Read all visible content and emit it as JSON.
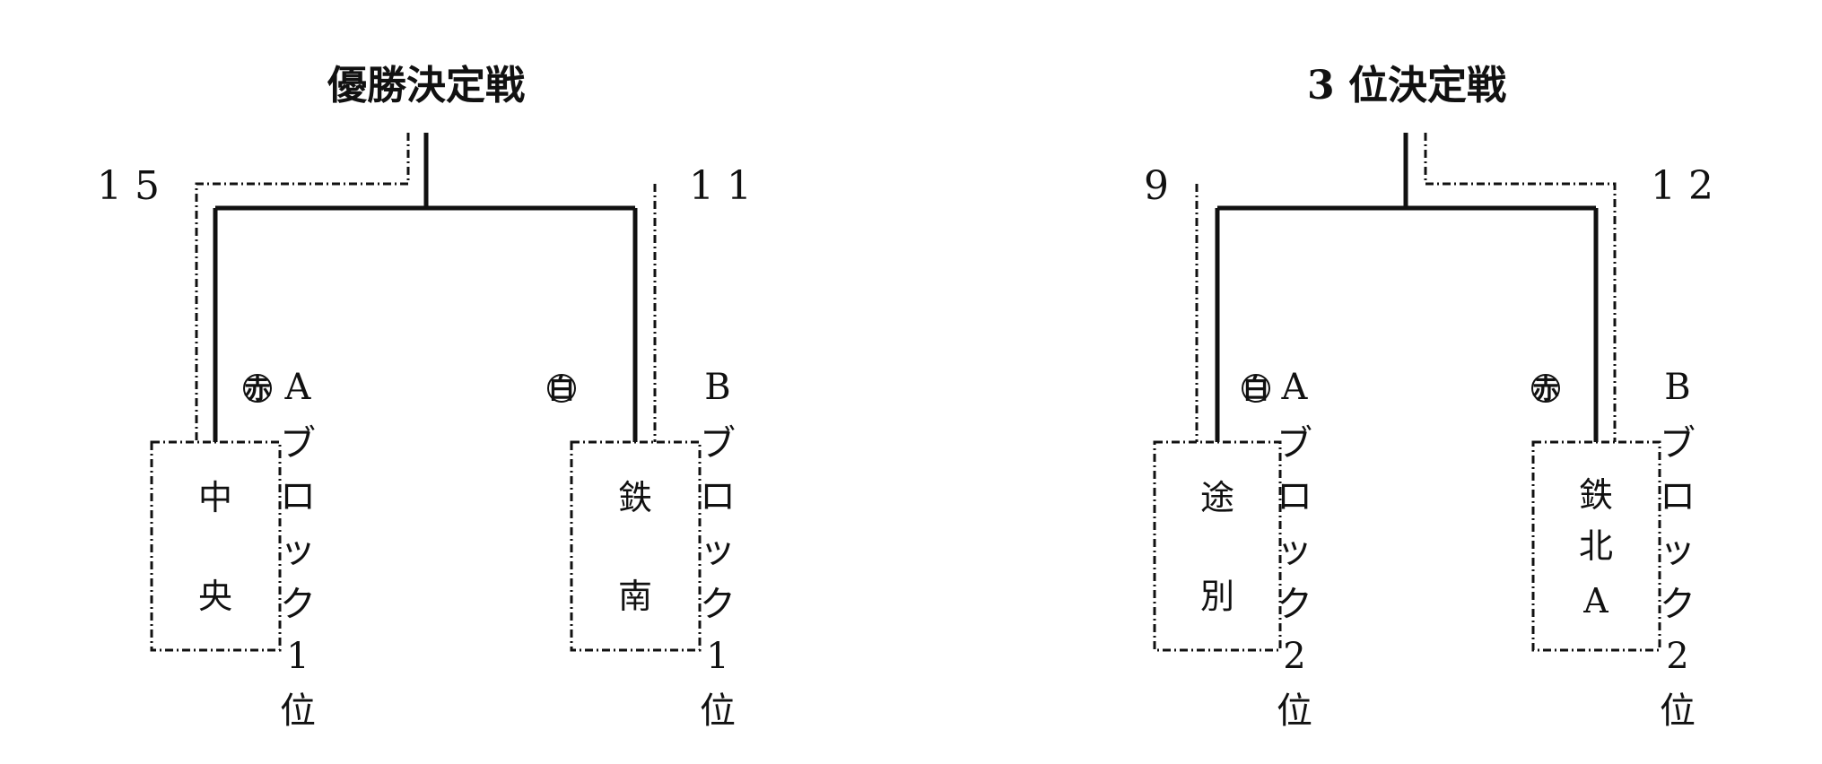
{
  "brackets": [
    {
      "title": "優勝決定戦",
      "left": {
        "score": "1 5",
        "corner": "赤",
        "team": [
          "中",
          "央"
        ],
        "block": [
          "A",
          "ブ",
          "ロ",
          "ッ",
          "ク",
          "1",
          "位"
        ]
      },
      "right": {
        "score": "1 1",
        "corner": "白",
        "team": [
          "鉄",
          "南"
        ],
        "block": [
          "B",
          "ブ",
          "ロ",
          "ッ",
          "ク",
          "1",
          "位"
        ]
      }
    },
    {
      "title": "3 位決定戦",
      "left": {
        "score": "9",
        "corner": "白",
        "team": [
          "途",
          "別"
        ],
        "block": [
          "A",
          "ブ",
          "ロ",
          "ッ",
          "ク",
          "2",
          "位"
        ]
      },
      "right": {
        "score": "1 2",
        "corner": "赤",
        "team": [
          "鉄",
          "北",
          "A"
        ],
        "block": [
          "B",
          "ブ",
          "ロ",
          "ッ",
          "ク",
          "2",
          "位"
        ]
      }
    }
  ]
}
